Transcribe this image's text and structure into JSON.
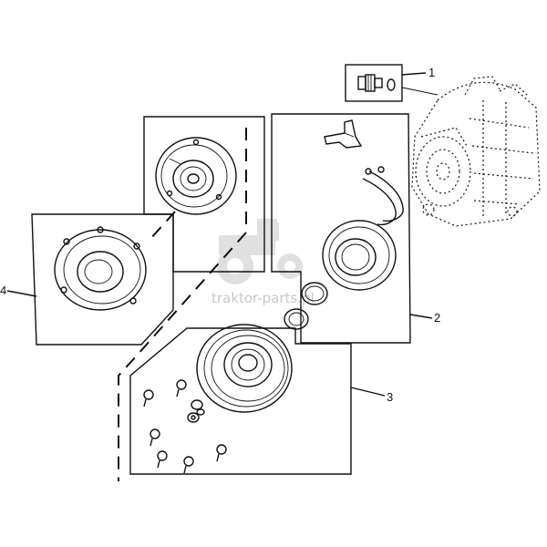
{
  "callouts": {
    "c1": "1",
    "c2": "2",
    "c3": "3",
    "c4": "4"
  },
  "watermark": {
    "text": "traktor-parts.pl",
    "color": "#c8c8c8"
  },
  "colors": {
    "line": "#111111",
    "background": "#ffffff"
  }
}
